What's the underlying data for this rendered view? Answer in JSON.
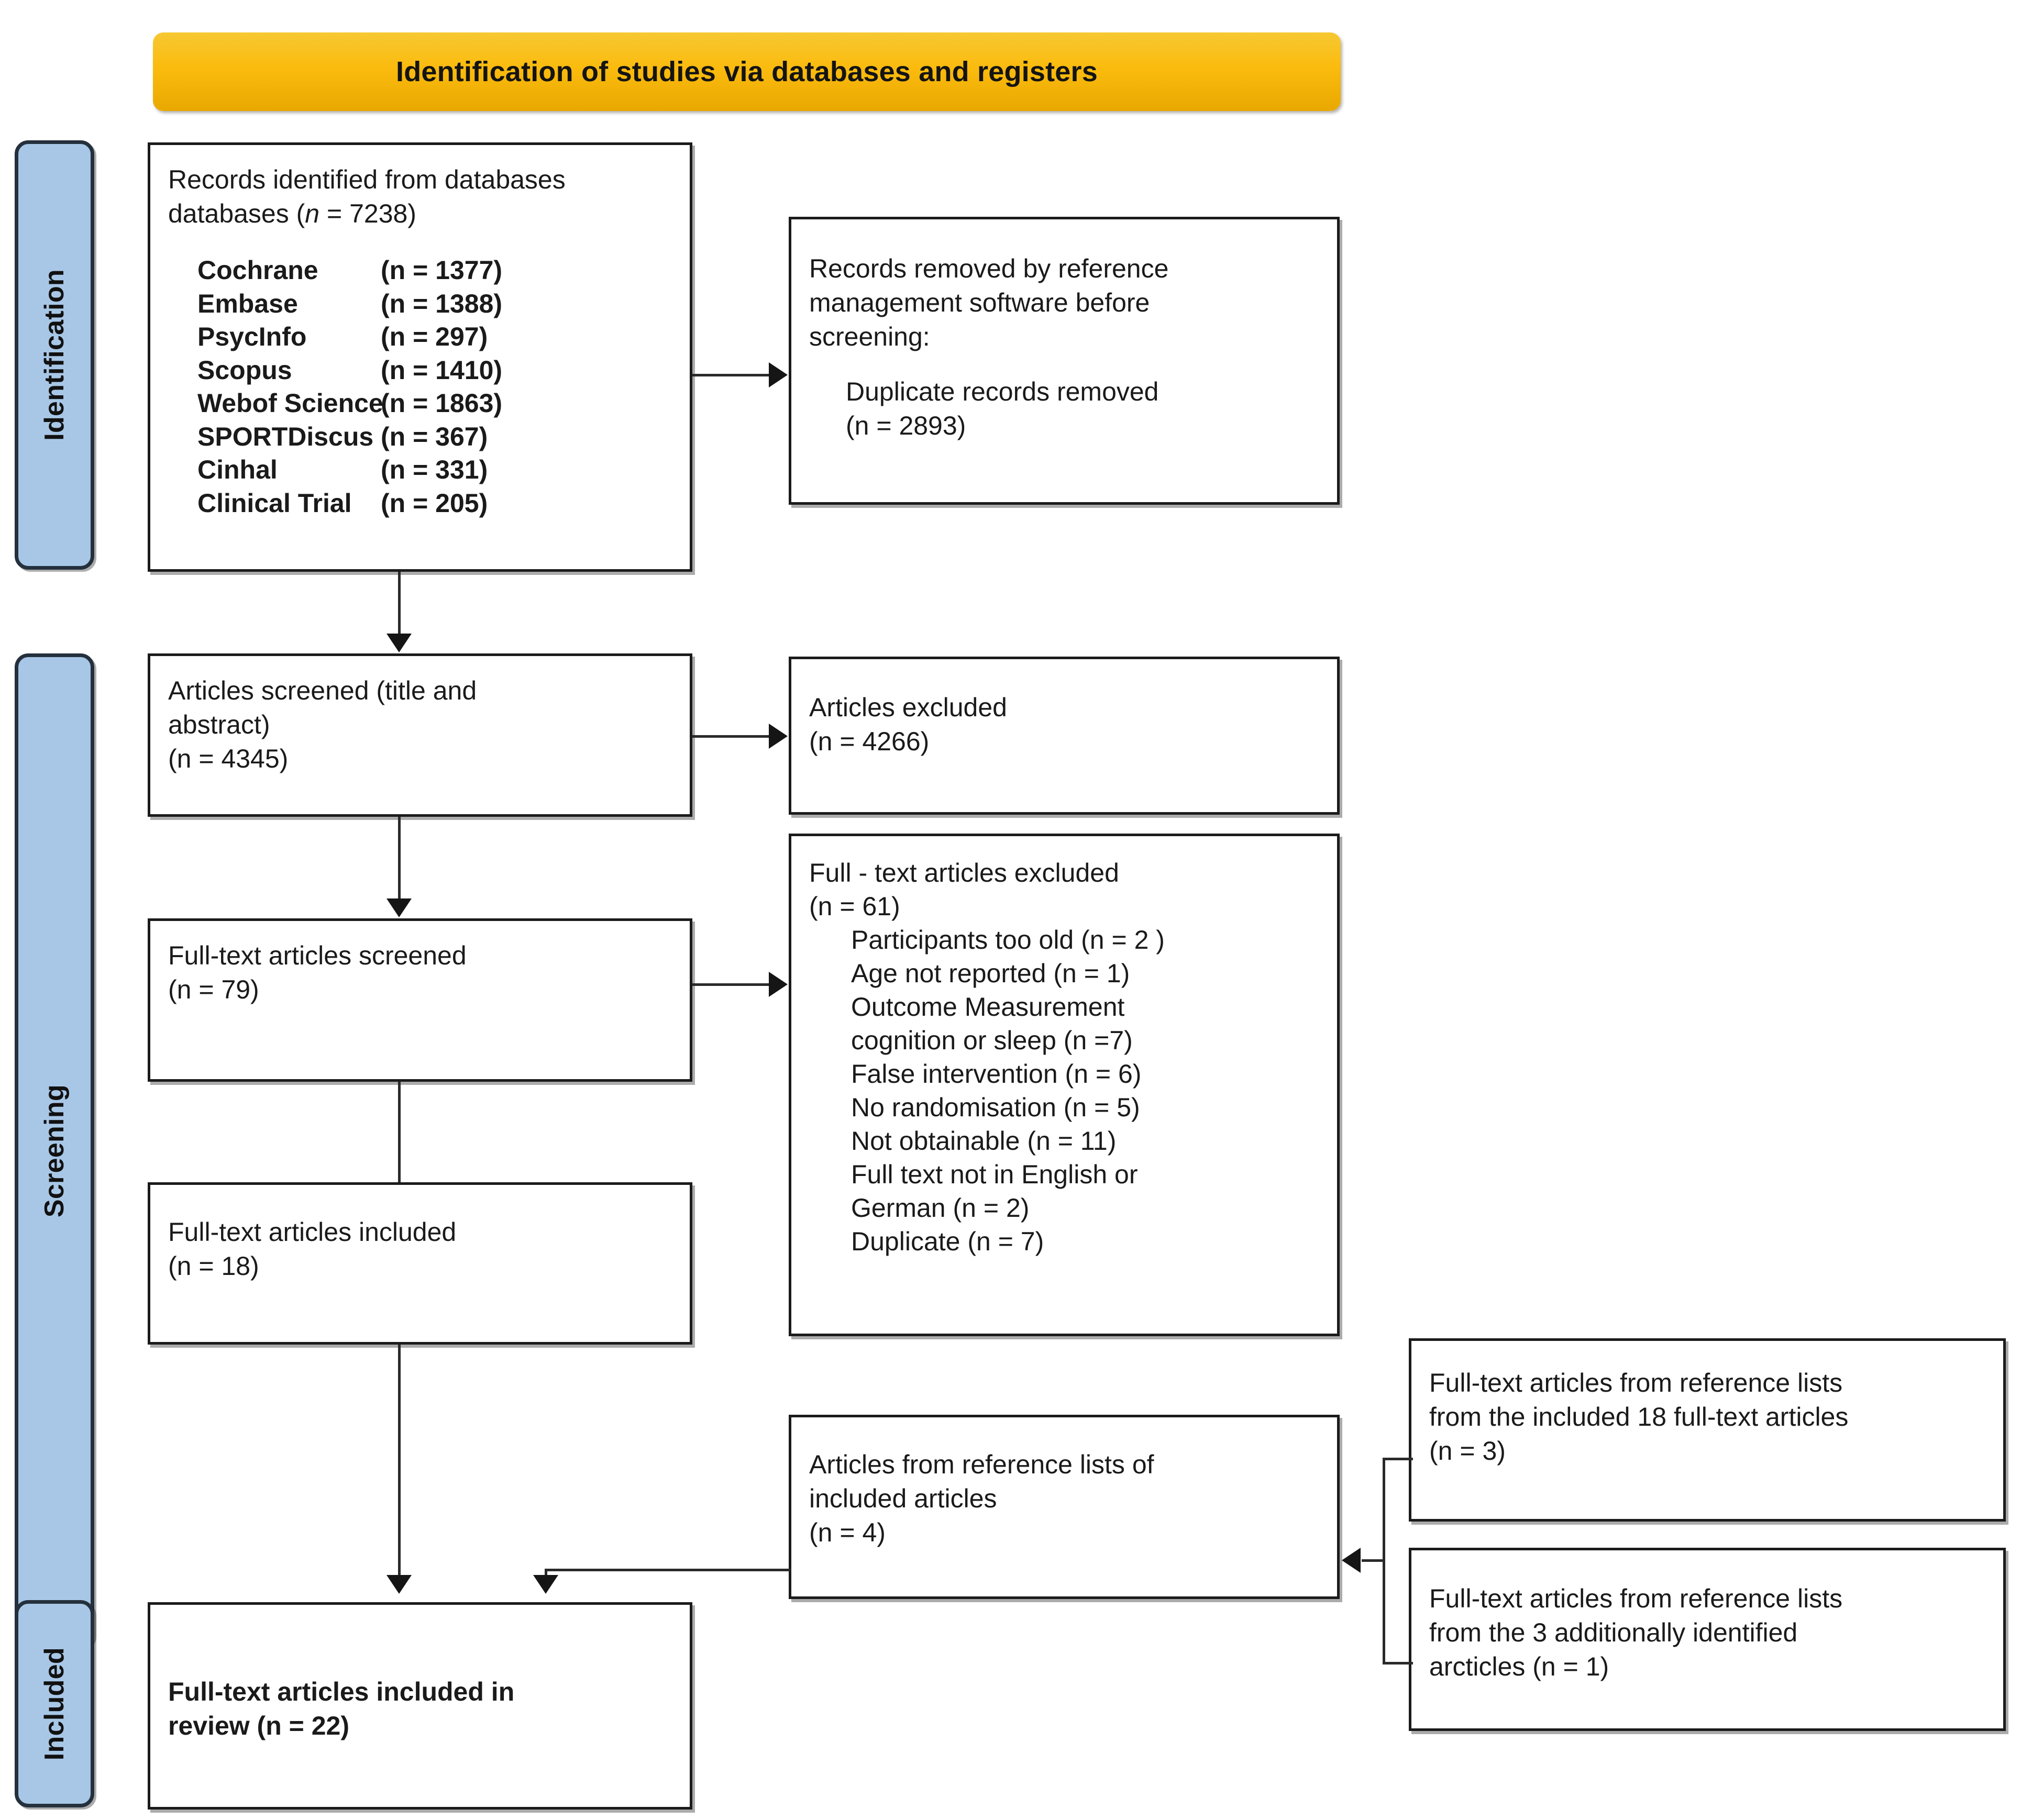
{
  "diagram": {
    "type": "prisma-flow-diagram",
    "banner": {
      "title": "Identification of studies via databases and registers"
    },
    "phases": [
      {
        "id": "identification",
        "label": "Identification"
      },
      {
        "id": "screening",
        "label": "Screening"
      },
      {
        "id": "included",
        "label": "Included"
      }
    ],
    "boxes": {
      "records_identified": {
        "line1": "Records identified from databases",
        "line2_pre": "databases (",
        "line2_n": "n",
        "line2_post": " = 7238)",
        "databases": [
          {
            "name": "Cochrane",
            "count": "(n = 1377)"
          },
          {
            "name": "Embase",
            "count": "(n = 1388)"
          },
          {
            "name": "PsycInfo",
            "count": "(n = 297)"
          },
          {
            "name": "Scopus",
            "count": "(n = 1410)"
          },
          {
            "name": "Webof Science",
            "count": "(n = 1863)"
          },
          {
            "name": "SPORTDiscus",
            "count": "(n = 367)"
          },
          {
            "name": "Cinhal",
            "count": "(n = 331)"
          },
          {
            "name": "Clinical Trial",
            "count": "(n = 205)"
          }
        ]
      },
      "records_removed": {
        "line1": "Records removed by reference",
        "line2": "management software before",
        "line3": "screening:",
        "sub1": "Duplicate records removed",
        "sub2": "(n = 2893)"
      },
      "articles_screened": {
        "line1": "Articles screened (title and",
        "line2": "abstract)",
        "line3": "(n = 4345)"
      },
      "articles_excluded": {
        "line1": "Articles excluded",
        "line2": "(n = 4266)"
      },
      "fulltext_screened": {
        "line1": "Full-text articles screened",
        "line2": "(n = 79)"
      },
      "fulltext_excluded": {
        "line1": "Full - text articles excluded",
        "line2": "(n = 61)",
        "reasons": [
          "Participants too old (n = 2 )",
          "Age not reported (n = 1)",
          "Outcome Measurement",
          "cognition or sleep (n =7)",
          "False intervention (n = 6)",
          "No randomisation (n = 5)",
          "Not obtainable (n = 11)",
          "Full text not in English or",
          "German (n = 2)",
          "Duplicate (n = 7)"
        ]
      },
      "fulltext_included": {
        "line1": "Full-text articles included",
        "line2": "(n = 18)"
      },
      "articles_from_reflists": {
        "line1": "Articles from reference lists of",
        "line2": "included articles",
        "line3": "(n = 4)"
      },
      "reflists_from_18": {
        "line1": "Full-text articles from reference lists",
        "line2": "from the included 18 full-text articles",
        "line3": "(n = 3)"
      },
      "reflists_from_3": {
        "line1": "Full-text articles from reference lists",
        "line2": "from the 3 additionally identified",
        "line3": "arcticles (n = 1)"
      },
      "final_included": {
        "line1": "Full-text articles included in",
        "line2": "review (n = 22)"
      }
    },
    "colors": {
      "phase_fill": "#A8C7E7",
      "phase_border": "#24303C",
      "banner_fill": "#FBBB0E",
      "box_border": "#1B1B1B",
      "connector": "#2A2A2A"
    }
  }
}
